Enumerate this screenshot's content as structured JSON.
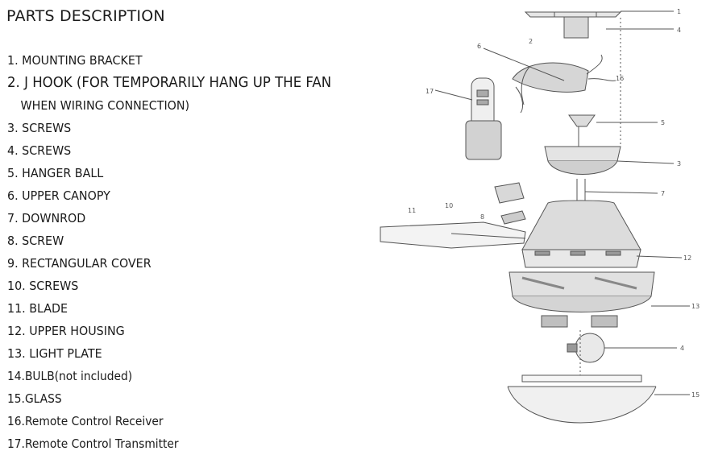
{
  "title": "PARTS DESCRIPTION",
  "parts": [
    "1. MOUNTING BRACKET",
    "2. J HOOK (FOR TEMPORARILY HANG UP THE FAN",
    "WHEN WIRING CONNECTION)",
    "3. SCREWS",
    "4. SCREWS",
    "5. HANGER BALL",
    "6. UPPER CANOPY",
    "7. DOWNROD",
    "8. SCREW",
    "9. RECTANGULAR COVER",
    "10. SCREWS",
    "11. BLADE",
    "12. UPPER HOUSING",
    "13. LIGHT PLATE",
    "14.BULB(not included)",
    "15.GLASS",
    "16.Remote Control Receiver",
    "17.Remote Control Transmitter"
  ],
  "diagram_callouts": {
    "c1": "1",
    "c2": "2",
    "c3": "3",
    "c4": "4",
    "c5": "5",
    "c6": "6",
    "c7": "7",
    "c8": "8",
    "c10": "10",
    "c11": "11",
    "c12": "12",
    "c13": "13",
    "c14": "4",
    "c15": "15",
    "c16": "16",
    "c17": "17"
  },
  "colors": {
    "text": "#1a1a1a",
    "line": "#555555",
    "shade": "#cfcfcf"
  }
}
